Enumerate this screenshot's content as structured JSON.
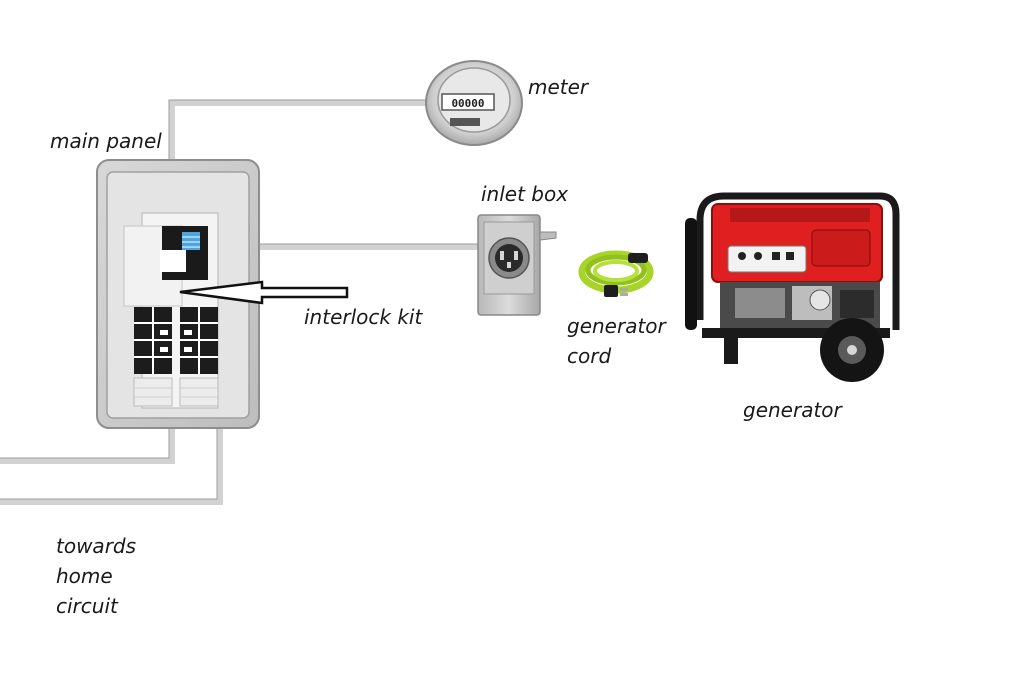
{
  "labels": {
    "meter": "meter",
    "main_panel": "main panel",
    "inlet_box": "inlet box",
    "interlock_kit": "interlock kit",
    "generator_cord": [
      "generator",
      "cord"
    ],
    "generator": "generator",
    "towards_home_circuit": [
      "towards",
      "home",
      "circuit"
    ]
  },
  "meter_readout": "00000",
  "colors": {
    "wire": "#d4d4d4",
    "panel": "#c9c9c9",
    "generator_red": "#e02020",
    "cord_green": "#a8d42a",
    "arrow": "#111111"
  }
}
